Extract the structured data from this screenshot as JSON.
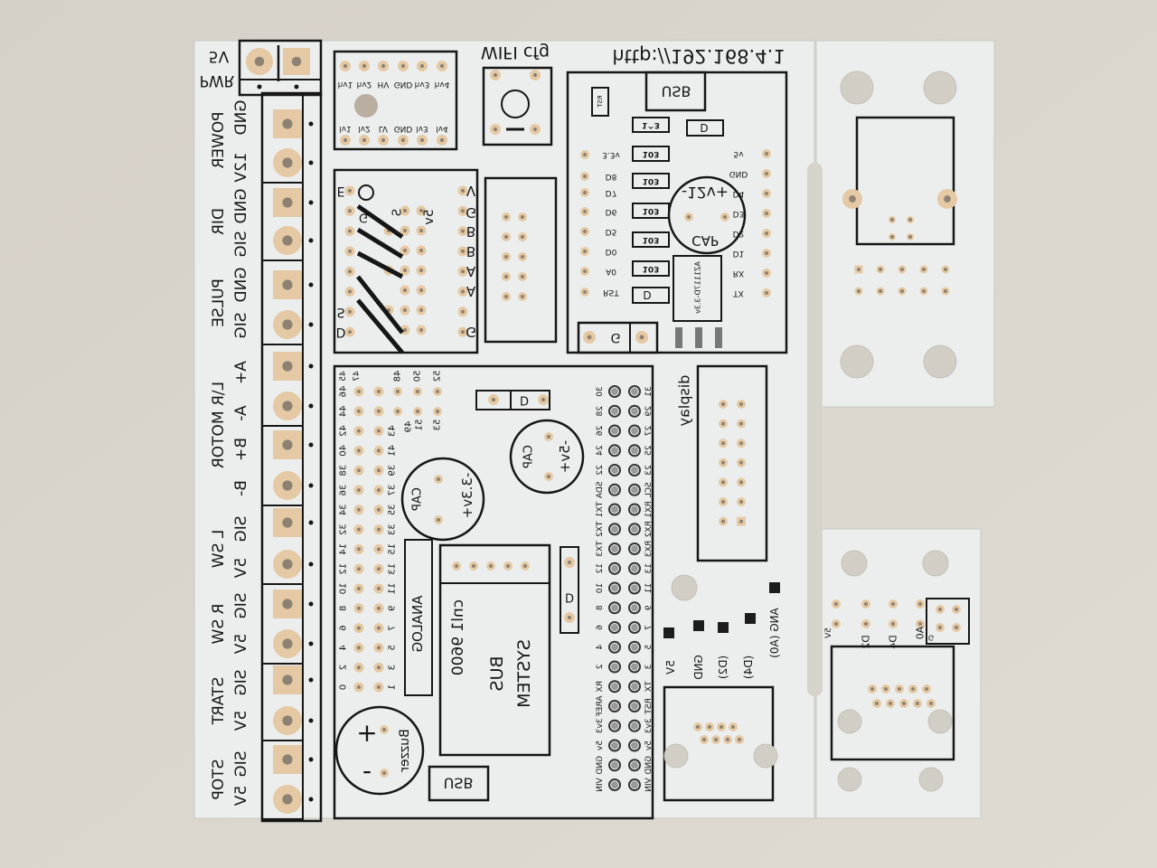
{
  "colors": {
    "background": "#d9d4cb",
    "board": "#eceeed",
    "silk": "#161616",
    "copper": "#e4c9a4",
    "pad_hole": "#8d8272"
  },
  "pwr": {
    "title": "PWR",
    "voltage": "5V"
  },
  "terminal_pins": [
    "GND",
    "12V",
    "GND",
    "SIG",
    "GND",
    "SIG",
    "A+",
    "A-",
    "B+",
    "B-",
    "SIG",
    "5V",
    "SIG",
    "5V",
    "SIG",
    "5V",
    "SIG",
    "5V"
  ],
  "terminal_groups": [
    "POWER",
    "DIR",
    "PULSE",
    "L\\R MOTOR",
    "L SW",
    "R SW",
    "START",
    "STOP"
  ],
  "url": "http://192.168.4.1",
  "wifi": "WIFI cfg",
  "level_shifter": {
    "hv": [
      "hv1",
      "hv2",
      "HV",
      "GND",
      "hv3",
      "hv4"
    ],
    "lv": [
      "lv1",
      "lv2",
      "LV",
      "GND",
      "lv3",
      "lv4"
    ]
  },
  "driver": {
    "left": [
      "E",
      "S",
      "D"
    ],
    "right": [
      "V",
      "G",
      "B",
      "B",
      "A",
      "A",
      "G"
    ],
    "inner": [
      "5v",
      "G",
      "S"
    ]
  },
  "esp": {
    "usb": "USB",
    "rst": "RST",
    "resistors": [
      "1^3",
      "103",
      "103",
      "103",
      "103",
      "103",
      "103"
    ],
    "diode": "D",
    "left_pins": [
      "3.3v",
      "D8",
      "D7",
      "D6",
      "D5",
      "D0",
      "A0",
      "RST"
    ],
    "right_pins": [
      "5v",
      "GND",
      "D4",
      "D3",
      "D2",
      "D1",
      "RX",
      "TX"
    ],
    "cap": "CAP",
    "cap_rating": "-12v+",
    "regulator": "AZ1117D-3.3v",
    "ground": "G"
  },
  "mega": {
    "col_a": [
      "46",
      "44",
      "42",
      "40",
      "38",
      "36",
      "34",
      "32",
      "14",
      "12",
      "10",
      "8",
      "6",
      "4",
      "2",
      "0"
    ],
    "col_b": [
      "",
      "",
      "43",
      "41",
      "39",
      "37",
      "35",
      "33",
      "15",
      "13",
      "11",
      "9",
      "7",
      "5",
      "3",
      "1"
    ],
    "top_a": [
      "45",
      "47",
      "48",
      "50",
      "52"
    ],
    "top_b": [
      "49",
      "51",
      "53"
    ],
    "col_c": [
      "30",
      "28",
      "26",
      "24",
      "22",
      "SDA",
      "TX1",
      "TX2",
      "TX3",
      "12",
      "10",
      "8",
      "6",
      "4",
      "2",
      "RX",
      "AREF",
      "3v3",
      "5v",
      "GND",
      "VIN"
    ],
    "col_d": [
      "31",
      "29",
      "27",
      "25",
      "23",
      "SCL",
      "RX1",
      "RX2",
      "RX3",
      "13",
      "11",
      "9",
      "7",
      "5",
      "3",
      "TX",
      "RST",
      "3v3",
      "5v",
      "GND",
      "VIN"
    ],
    "cap": "CAP",
    "cap_33": "-3.3v+",
    "cap_5": "-5v+",
    "diode": "D",
    "analog": "ANALOG",
    "system": "SYSTEM",
    "bus": "BUS",
    "serial": "cnl1 9600",
    "buzzer": "Buzzer",
    "plus": "+",
    "minus": "-",
    "usb": "USB"
  },
  "display": "display",
  "sensor": {
    "labels": [
      "5V",
      "GND",
      "(D2)",
      "(D4)",
      "ANG (A0)"
    ]
  },
  "module": {
    "labels": [
      "5V",
      "D2",
      "D4",
      "A0"
    ],
    "ground": "G"
  }
}
